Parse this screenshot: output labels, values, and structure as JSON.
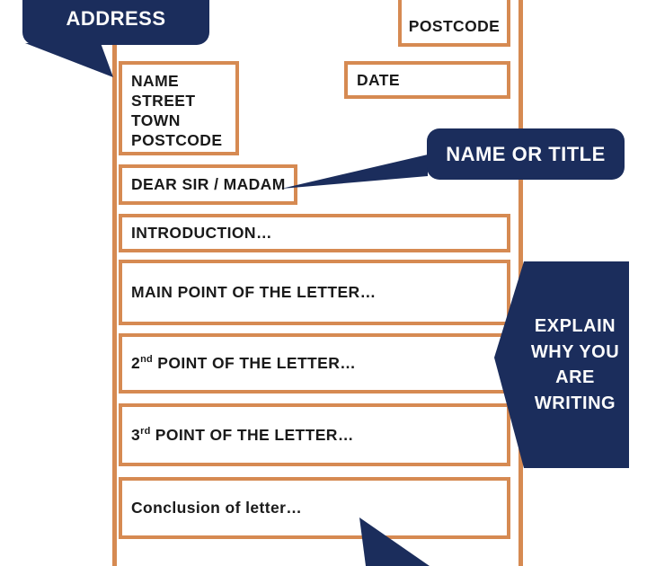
{
  "colors": {
    "navy": "#1b2d5c",
    "orange": "#d68a52",
    "ink": "#1a1a1a"
  },
  "callouts": {
    "address": {
      "label": "ADDRESS"
    },
    "name_or_title": {
      "label": "NAME OR TITLE"
    },
    "explain": {
      "lines": [
        "EXPLAIN",
        "WHY YOU",
        "ARE",
        "WRITING"
      ]
    }
  },
  "letter": {
    "recipient_postcode_box": {
      "label": "POSTCODE"
    },
    "sender_address_box": {
      "lines": [
        "NAME",
        "STREET",
        "TOWN",
        "POSTCODE"
      ]
    },
    "date_box": {
      "label": "DATE"
    },
    "salutation_box": {
      "label": "DEAR SIR / MADAM"
    },
    "introduction_box": {
      "label": "INTRODUCTION…"
    },
    "main_point_box": {
      "label": "MAIN POINT OF THE LETTER…"
    },
    "second_point_box": {
      "num": "2",
      "sup": "nd",
      "rest": " POINT OF THE LETTER…"
    },
    "third_point_box": {
      "num": "3",
      "sup": "rd",
      "rest": " POINT OF THE LETTER…"
    },
    "conclusion_box": {
      "label": "Conclusion of letter…"
    }
  }
}
